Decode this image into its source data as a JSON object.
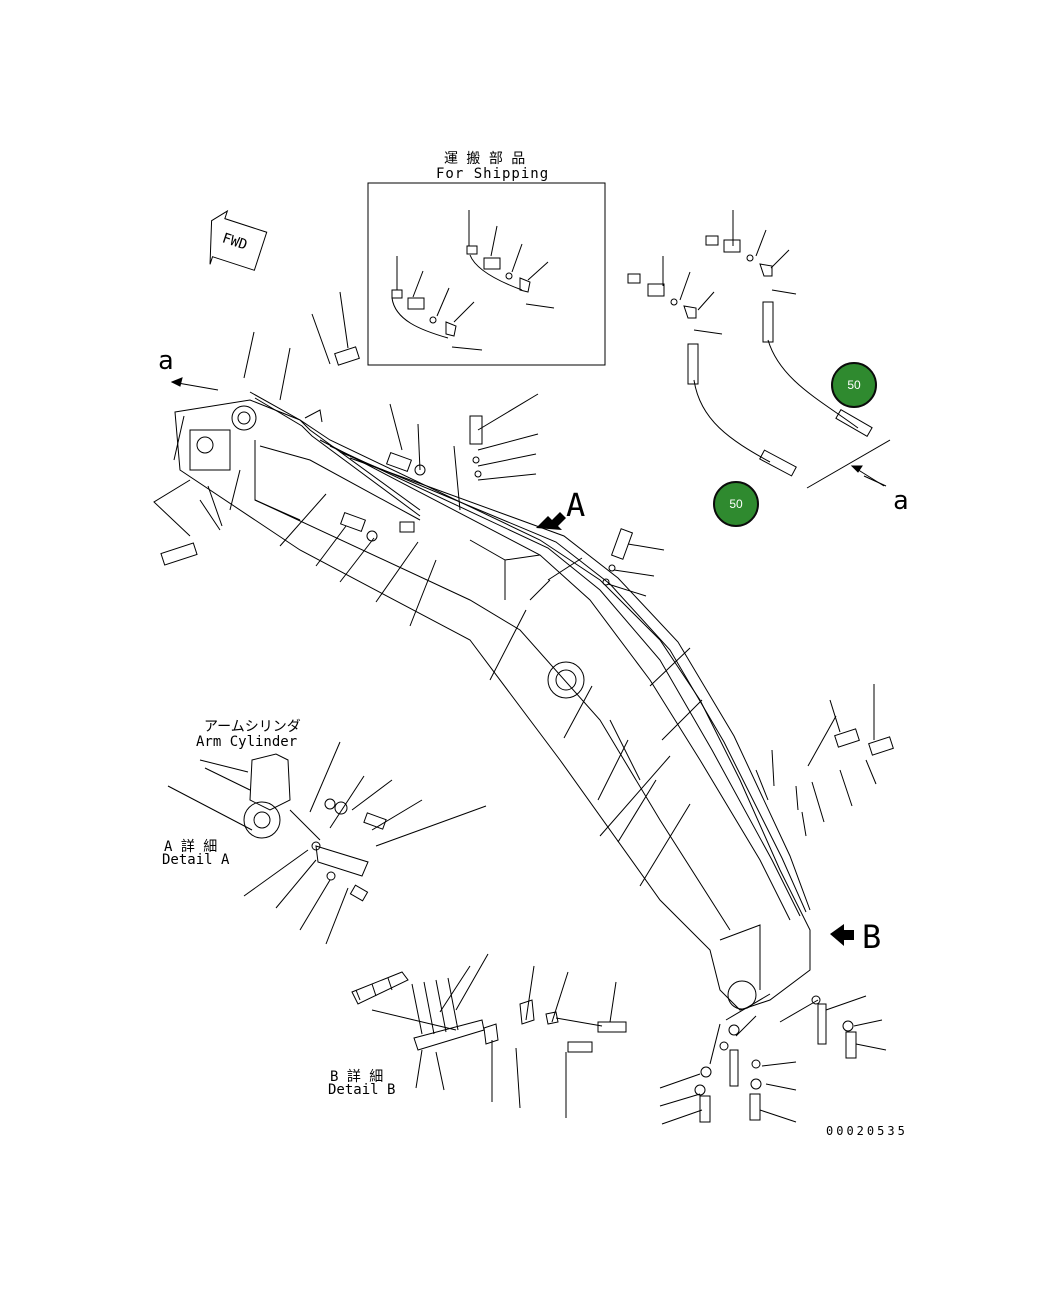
{
  "shipping_box": {
    "title_jp": "運 搬 部 品",
    "title_en": "For Shipping"
  },
  "fwd_label": "FWD",
  "view_markers": {
    "a": "a",
    "A": "A",
    "B": "B"
  },
  "arm_cylinder": {
    "label_jp": "アームシリンダ",
    "label_en": "Arm Cylinder"
  },
  "detail_a": {
    "label_jp": "A 詳 細",
    "label_en": "Detail A"
  },
  "detail_b": {
    "label_jp": "B 詳 細",
    "label_en": "Detail B"
  },
  "callouts": [
    {
      "number": "50",
      "color": "#2f8a2f"
    },
    {
      "number": "50",
      "color": "#2f8a2f"
    }
  ],
  "drawing_number": "00020535",
  "colors": {
    "line": "#000000",
    "callout": "#2f8a2f",
    "background": "#ffffff"
  }
}
